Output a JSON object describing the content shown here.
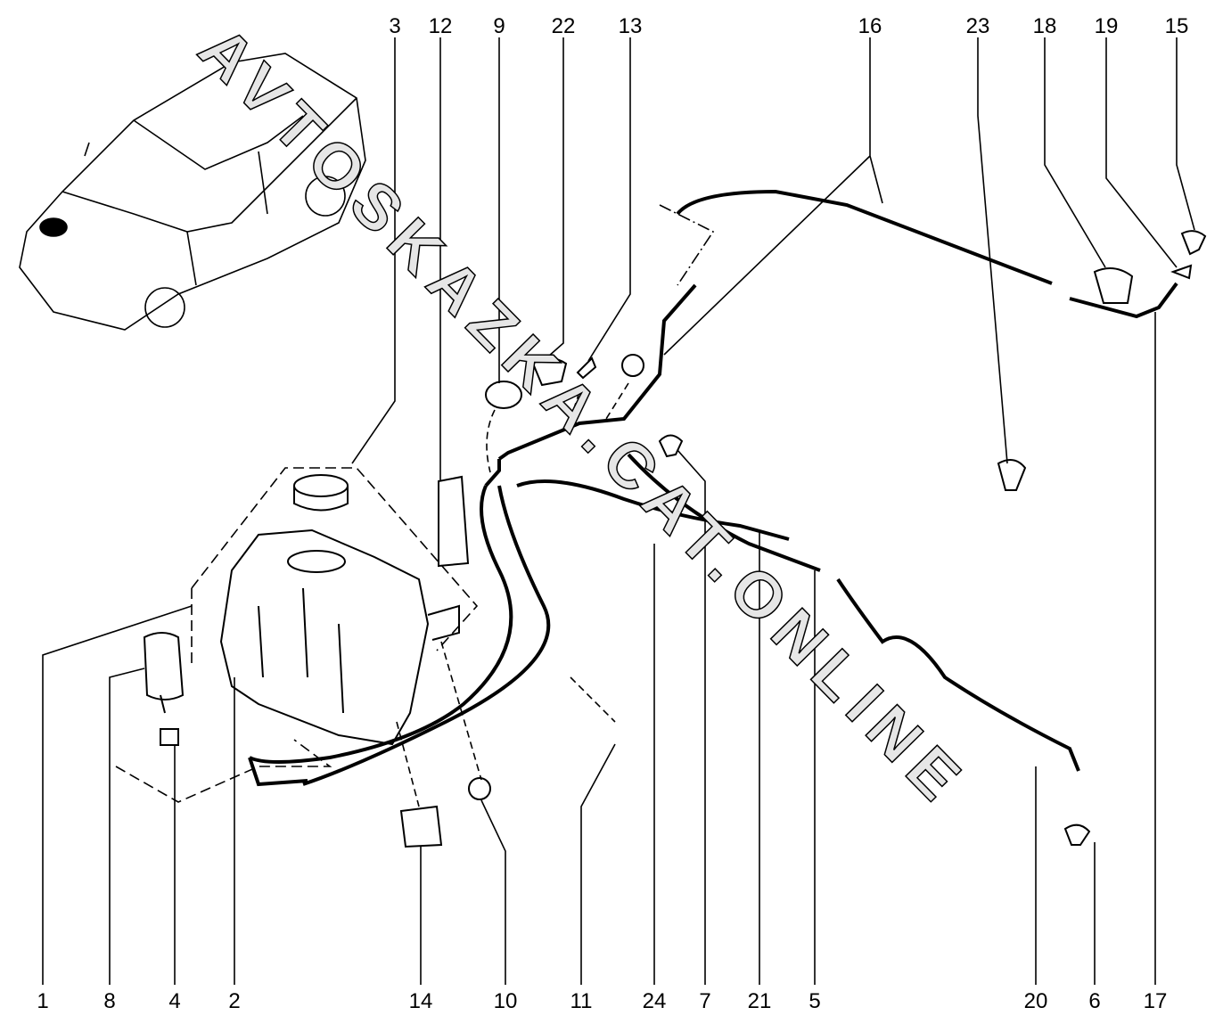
{
  "watermark": "AVTOSKAZKA.CAT.ONLINE",
  "callouts_top": [
    "3",
    "12",
    "9",
    "22",
    "13",
    "16",
    "23",
    "18",
    "19",
    "15"
  ],
  "callouts_bottom": [
    "1",
    "8",
    "4",
    "2",
    "14",
    "10",
    "11",
    "24",
    "7",
    "21",
    "5",
    "20",
    "6",
    "17"
  ]
}
